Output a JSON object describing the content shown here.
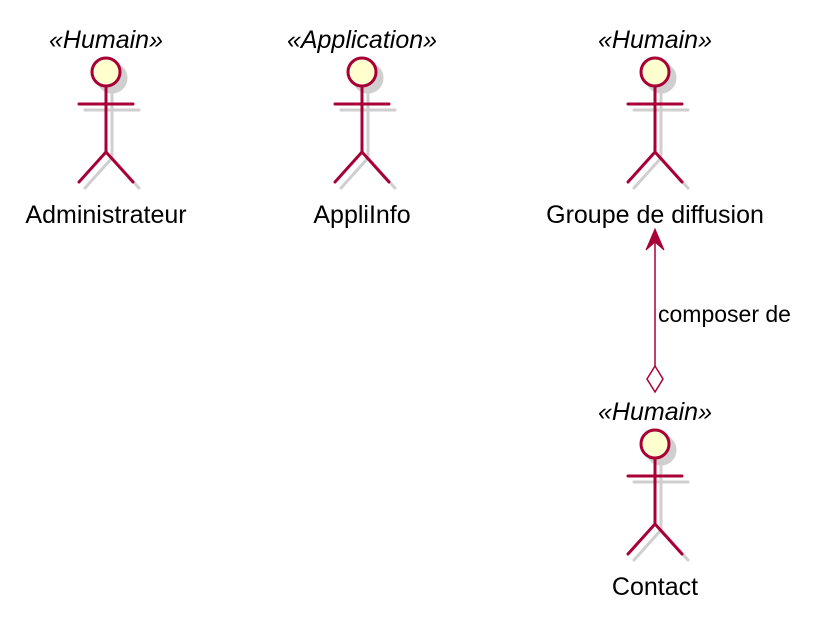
{
  "colors": {
    "actor_stroke": "#a80036",
    "actor_fill": "#fefece",
    "shadow": "#cfcfcf",
    "text": "#000000",
    "background": "#ffffff"
  },
  "actors": [
    {
      "id": "administrateur",
      "stereotype": "«Humain»",
      "name": "Administrateur"
    },
    {
      "id": "appliinfo",
      "stereotype": "«Application»",
      "name": "AppliInfo"
    },
    {
      "id": "groupe-de-diffusion",
      "stereotype": "«Humain»",
      "name": "Groupe de diffusion"
    },
    {
      "id": "contact",
      "stereotype": "«Humain»",
      "name": "Contact"
    }
  ],
  "relationships": [
    {
      "from": "contact",
      "to": "groupe-de-diffusion",
      "type": "aggregation",
      "label": "composer de"
    }
  ]
}
